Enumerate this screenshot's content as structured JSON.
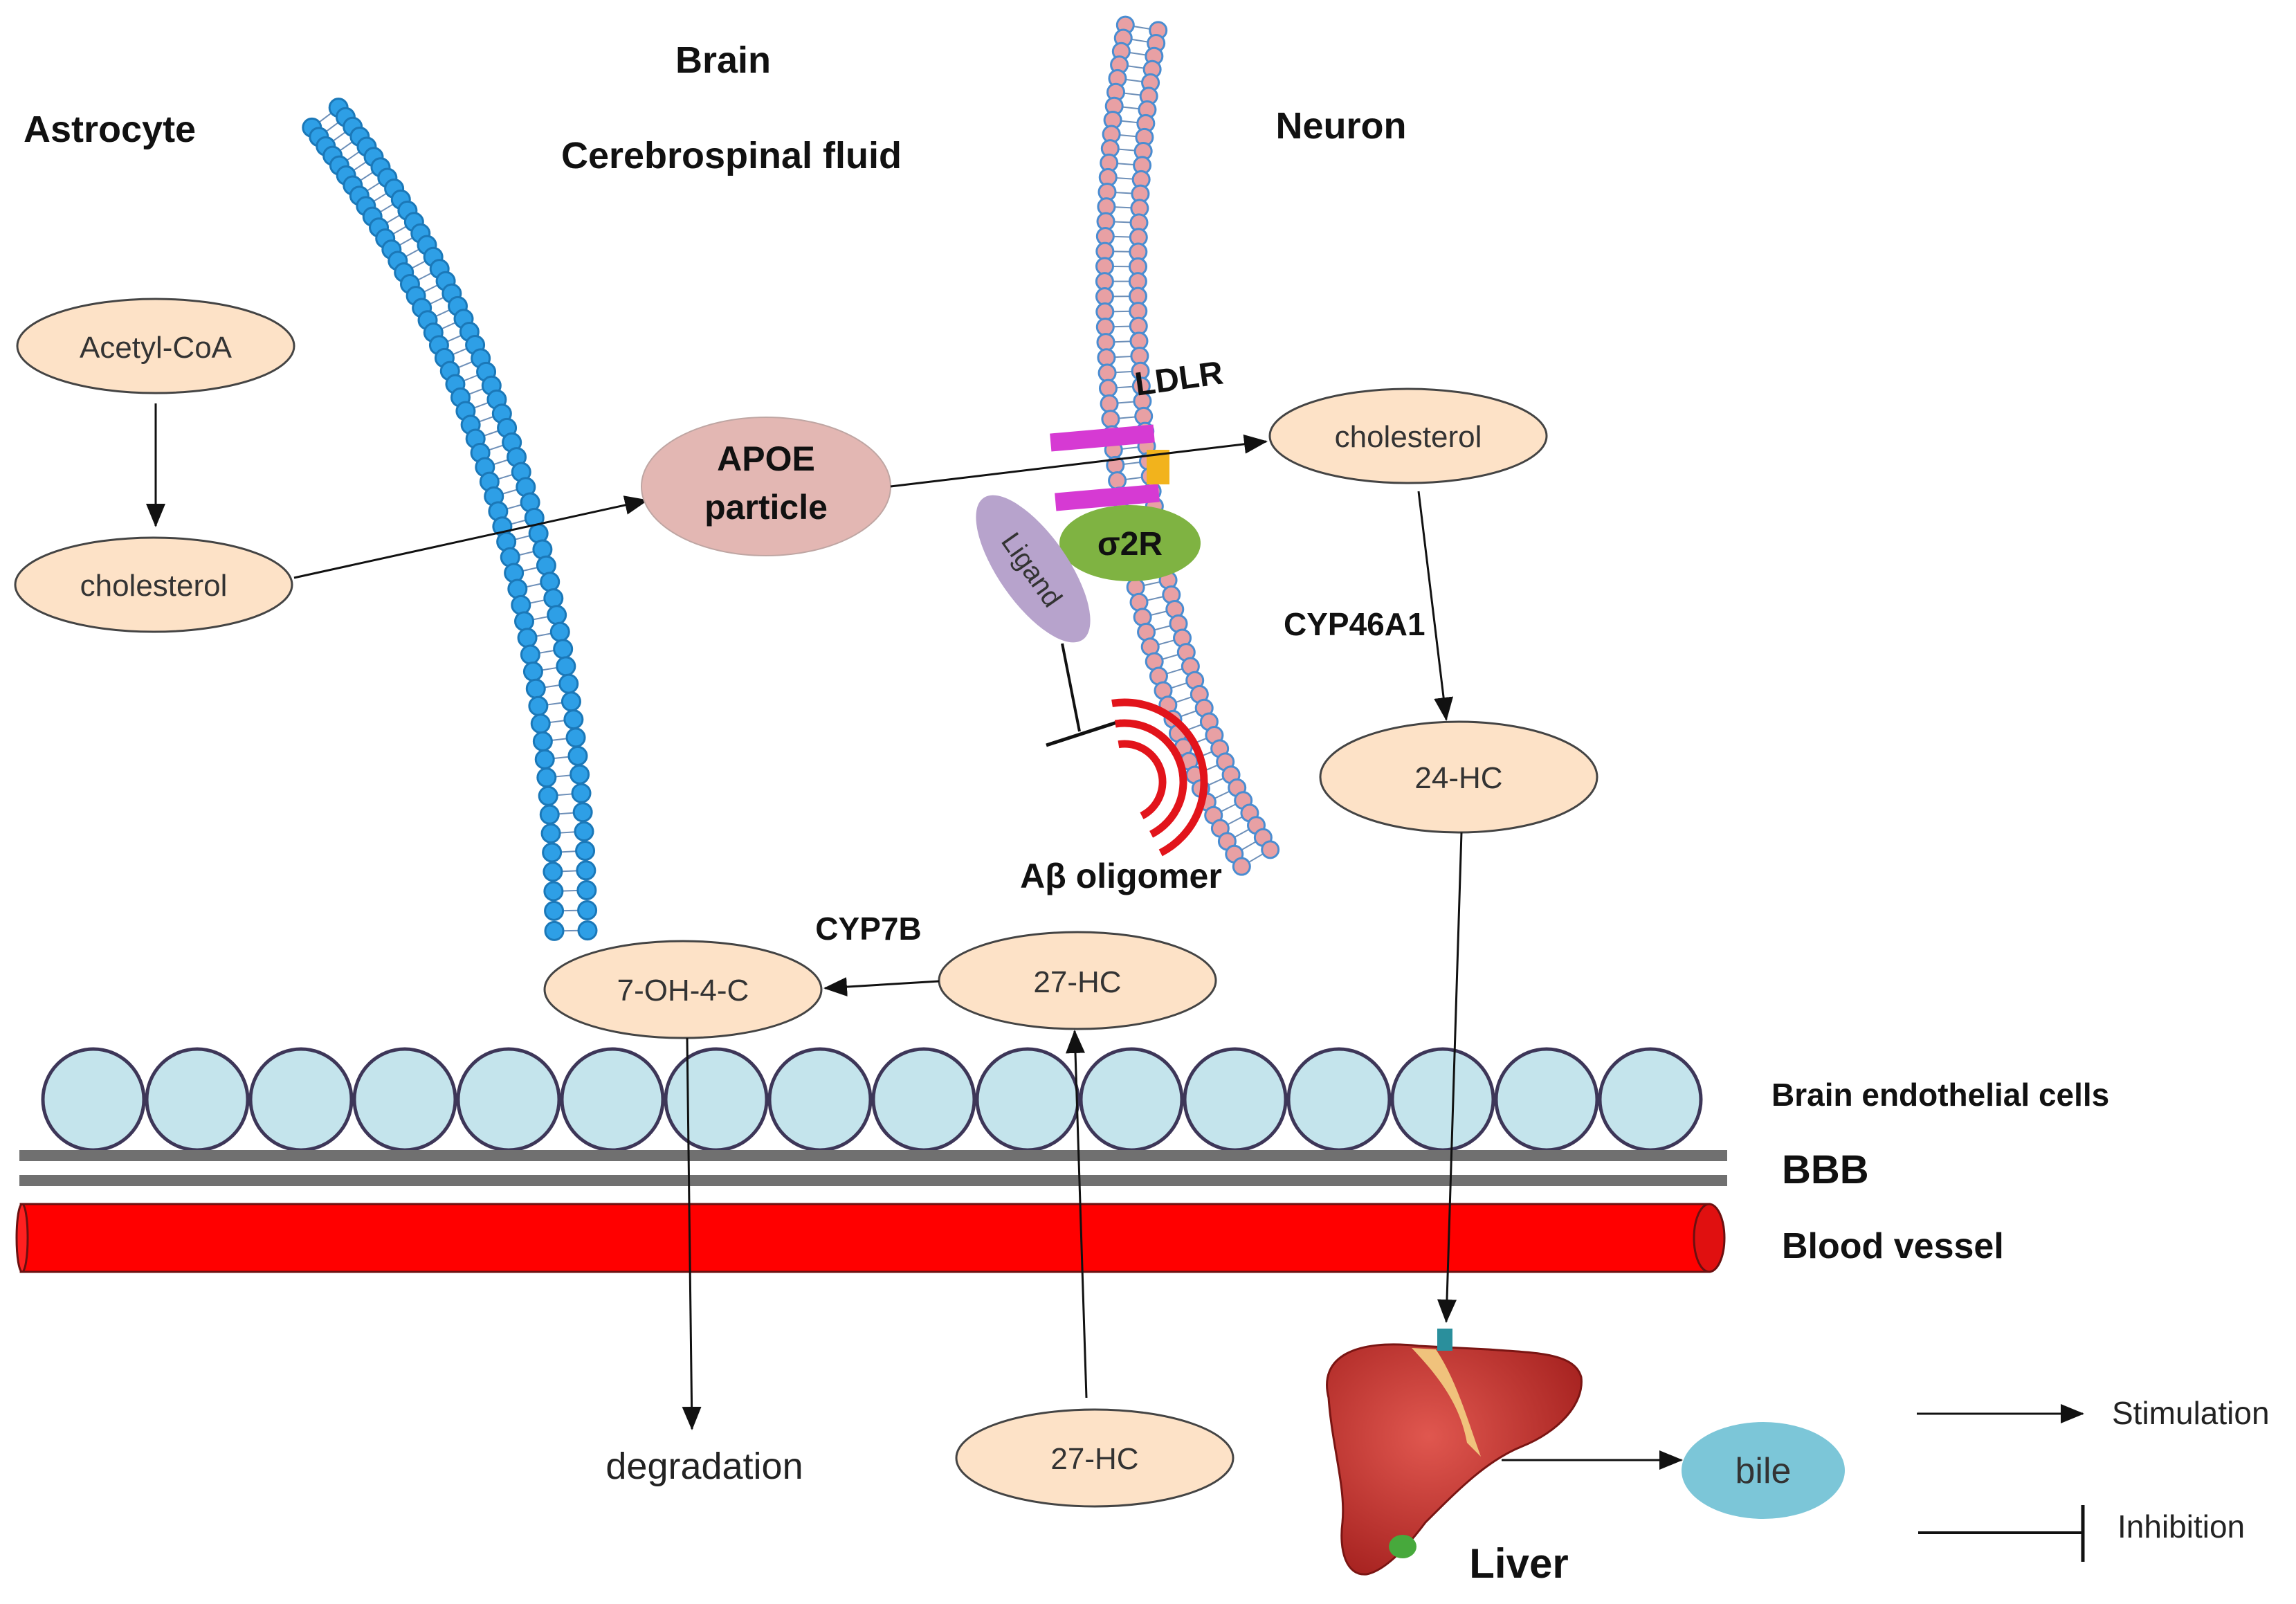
{
  "labels": {
    "astrocyte": "Astrocyte",
    "brain": "Brain",
    "csf": "Cerebrospinal fluid",
    "neuron": "Neuron",
    "ldlr": "LDLR",
    "cyp46a1": "CYP46A1",
    "cyp7b": "CYP7B",
    "abeta": "Aβ oligomer",
    "endothelial": "Brain endothelial cells",
    "bbb": "BBB",
    "blood_vessel": "Blood vessel",
    "liver": "Liver",
    "degradation": "degradation"
  },
  "nodes": {
    "acetyl_coa": "Acetyl-CoA",
    "cholesterol_astro": "cholesterol",
    "apoe_line1": "APOE",
    "apoe_line2": "particle",
    "cholesterol_neuron": "cholesterol",
    "sigma2r": "σ2R",
    "ligand": "Ligand",
    "hc24": "24-HC",
    "hc27_brain": "27-HC",
    "oh4c": "7-OH-4-C",
    "hc27_blood": "27-HC",
    "bile": "bile"
  },
  "legend": {
    "stimulation": "Stimulation",
    "inhibition": "Inhibition"
  },
  "colors": {
    "node_fill": "#fde2c7",
    "node_stroke": "#444444",
    "apoe_fill": "#e3b7b3",
    "ldlr": "#d63ad3",
    "ldlr_tab": "#f2b31c",
    "sigma2r": "#7fb342",
    "ligand": "#b7a3cc",
    "abeta": "#e2141b",
    "endothelial_fill": "#c4e4ec",
    "endothelial_stroke": "#3d3658",
    "vessel": "#ff0000",
    "bbb_line": "#707070",
    "astro_membrane": "#2e9fe6",
    "neuron_membrane_fill": "#e8a0a4",
    "neuron_membrane_stroke": "#4a8dd1",
    "bile": "#7cc6d8",
    "liver": "#c32f2c"
  }
}
